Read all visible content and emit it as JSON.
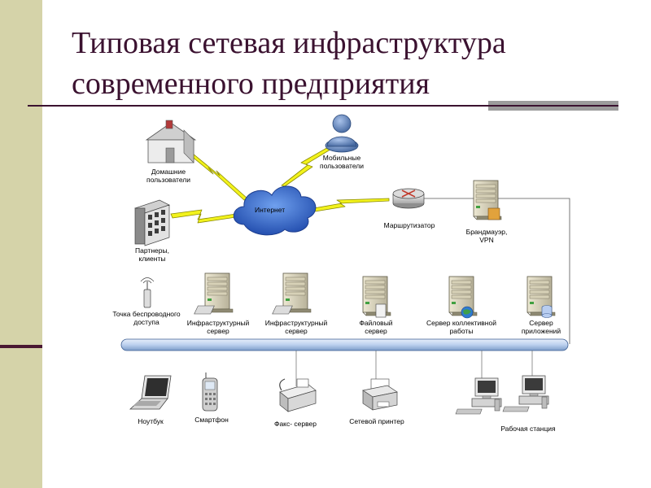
{
  "slide": {
    "title_line1": "Типовая сетевая инфраструктура",
    "title_line2": "современного предприятия"
  },
  "diagram": {
    "labels": {
      "home_users": [
        "Домашние",
        "пользователи"
      ],
      "mobile_users": [
        "Мобильные",
        "пользователи"
      ],
      "internet": [
        "Интернет"
      ],
      "partners": [
        "Партнеры,",
        "клиенты"
      ],
      "router": [
        "Маршрутизатор"
      ],
      "firewall": [
        "Брандмауэр,",
        "VPN"
      ],
      "wireless_ap": [
        "Точка беспроводного",
        "доступа"
      ],
      "infra_server_1": [
        "Инфраструктурный",
        "сервер"
      ],
      "infra_server_2": [
        "Инфраструктурный",
        "сервер"
      ],
      "file_server": [
        "Файловый",
        "сервер"
      ],
      "collab_server": [
        "Сервер коллективной",
        "работы"
      ],
      "app_server": [
        "Сервер",
        "приложений"
      ],
      "laptop": [
        "Ноутбук"
      ],
      "smartphone": [
        "Смартфон"
      ],
      "fax_server": [
        "Факс- сервер"
      ],
      "network_printer": [
        "Сетевой принтер"
      ],
      "workstation": [
        "Рабочая станция"
      ]
    }
  },
  "colors": {
    "sidebar": "#d5d3a9",
    "title": "#3b1230",
    "lightning": "#f2f21c",
    "cloud": "#3a6fcf",
    "bus": "#bcd0ee"
  }
}
